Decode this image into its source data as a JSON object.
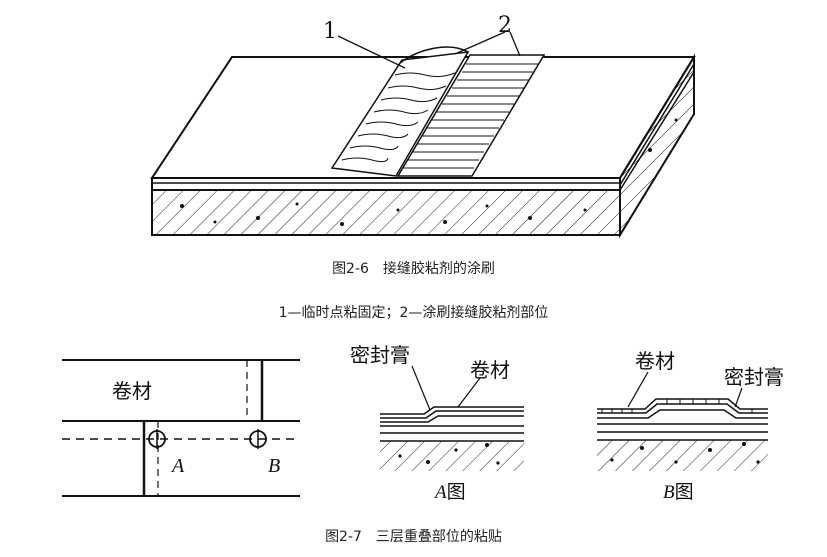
{
  "figure_top": {
    "callout_1": "1",
    "callout_2": "2",
    "caption": "图2-6　接缝胶粘剂的涂刷",
    "legend": "1—临时点粘固定；2—涂刷接缝胶粘剂部位"
  },
  "figure_bottom": {
    "plan": {
      "label_membrane": "卷材",
      "point_a": "A",
      "point_b": "B"
    },
    "section_a": {
      "label_sealant": "密封膏",
      "label_membrane": "卷材",
      "caption_letter": "A",
      "caption_suffix": "图"
    },
    "section_b": {
      "label_membrane": "卷材",
      "label_sealant": "密封膏",
      "caption_letter": "B",
      "caption_suffix": "图"
    },
    "caption": "图2-7　三层重叠部位的粘贴"
  }
}
